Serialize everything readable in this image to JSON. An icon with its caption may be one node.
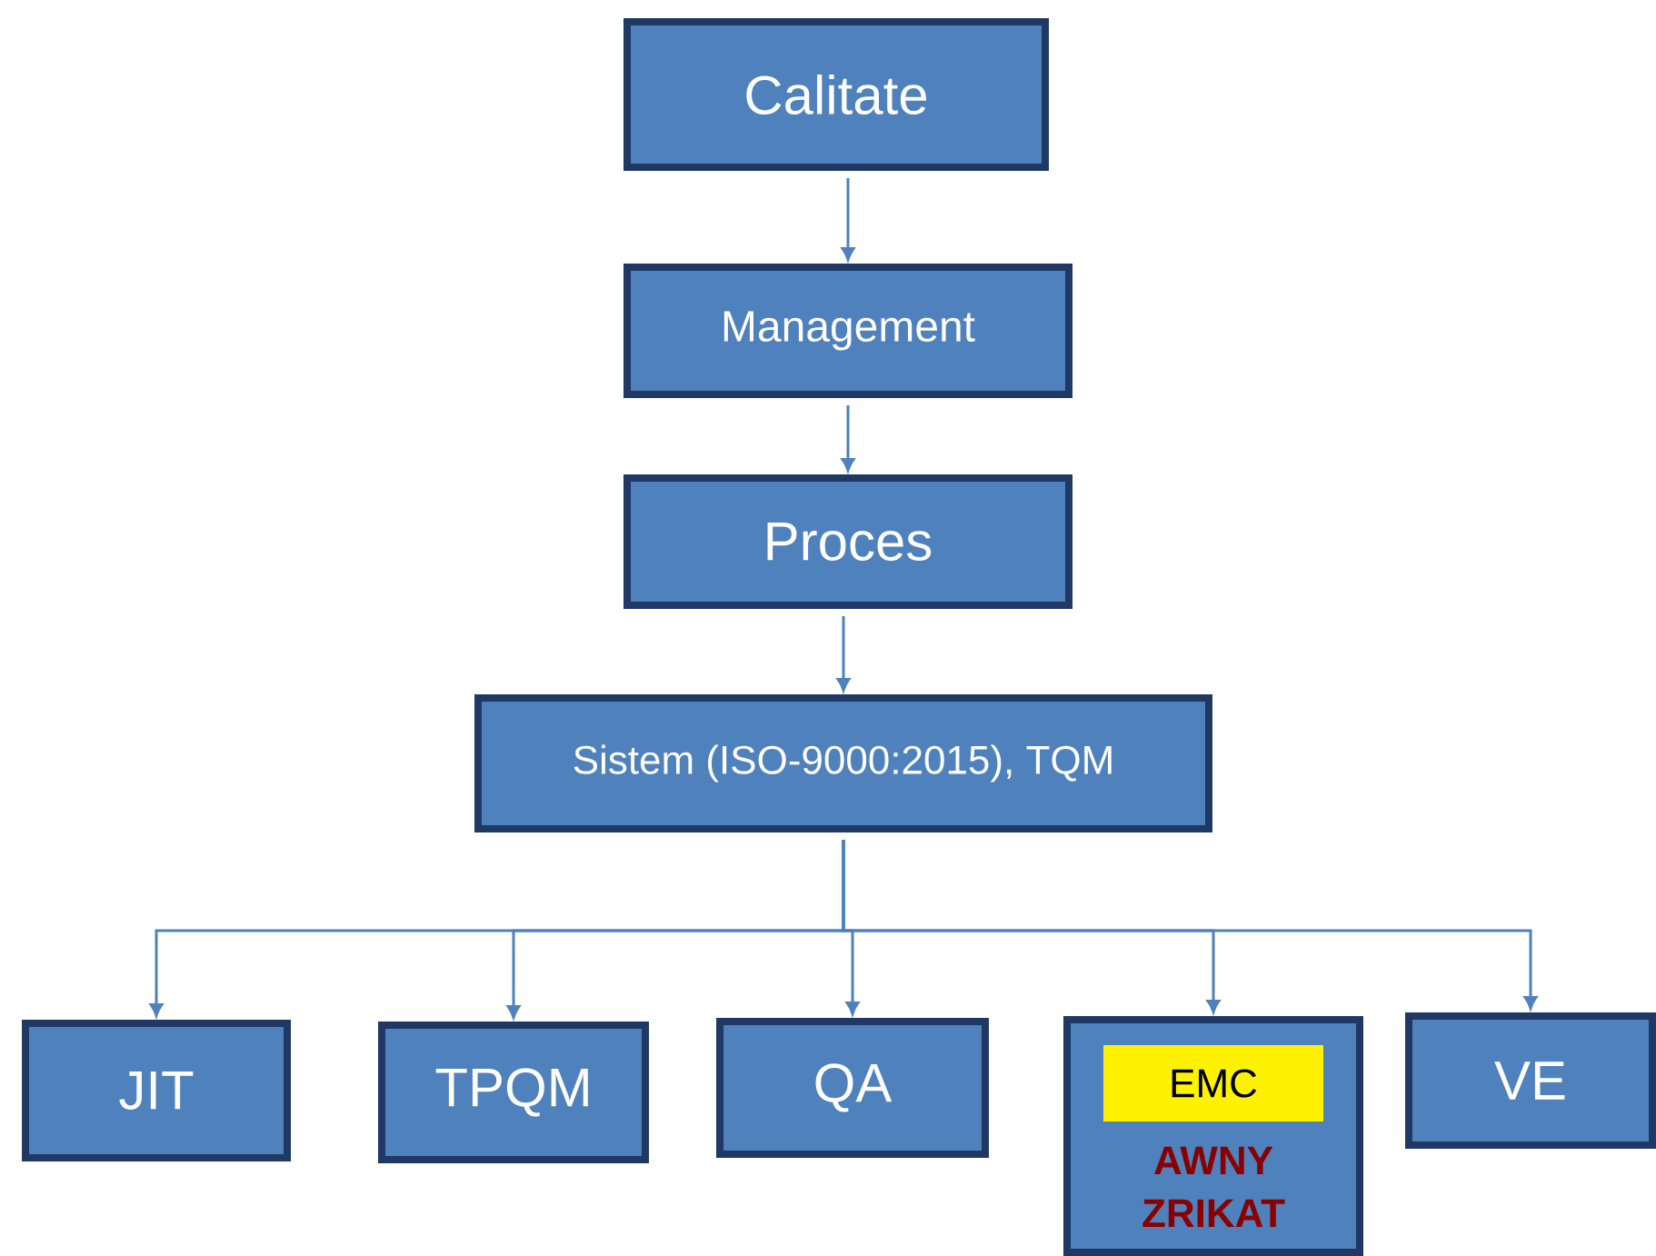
{
  "diagram": {
    "nodes": [
      {
        "text": [
          "Calitate"
        ]
      },
      {
        "text": [
          "Management"
        ]
      },
      {
        "text": [
          "Proces"
        ]
      },
      {
        "text": [
          "Sistem (ISO-9000:2015), TQM"
        ]
      },
      {
        "text": [
          "JIT"
        ]
      },
      {
        "text": [
          "TPQM"
        ]
      },
      {
        "text": [
          "QA"
        ]
      },
      {
        "text": [
          "AWNY ZRIKAT"
        ]
      },
      {
        "text": [
          "EMC"
        ],
        "in": 7
      },
      {
        "text": [
          "VE"
        ]
      }
    ],
    "edges": [
      {
        "from": 0,
        "to": 1,
        "arrow": "to"
      },
      {
        "from": 1,
        "to": 2,
        "arrow": "to"
      },
      {
        "from": 2,
        "to": 3,
        "arrow": "to"
      },
      {
        "from": 3,
        "to": 4,
        "arrow": "to"
      },
      {
        "from": 3,
        "to": 5,
        "arrow": "to"
      },
      {
        "from": 3,
        "to": 6,
        "arrow": "to"
      },
      {
        "from": 3,
        "to": 7,
        "arrow": "to"
      },
      {
        "from": 3,
        "to": 9,
        "arrow": "to"
      }
    ]
  }
}
